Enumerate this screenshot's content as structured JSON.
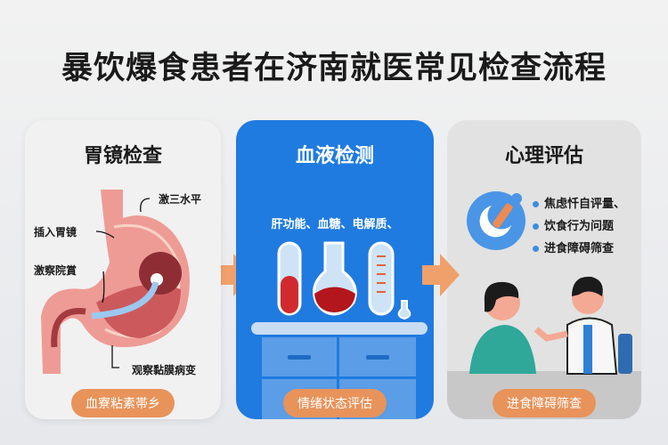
{
  "title": "暴饮爆食患者在济南就医常见检查流程",
  "cards": [
    {
      "title": "胃镜检查",
      "labels": [
        "激三水平",
        "插入胃镜",
        "激察院賞",
        "观察黏膜病变"
      ],
      "badge": "血寮粘素帯乡"
    },
    {
      "title": "血液检测",
      "subtitle": "肝功能、血糖、电解质、",
      "badge": "情绪状态评估"
    },
    {
      "title": "心理评估",
      "bullets": [
        "焦虑忏自评量、",
        "饮食行为问题",
        "进食障碍筛查"
      ],
      "badge": "进食障碍筛查"
    }
  ],
  "colors": {
    "blue": "#1f7be0",
    "orange": "#e8935a"
  }
}
